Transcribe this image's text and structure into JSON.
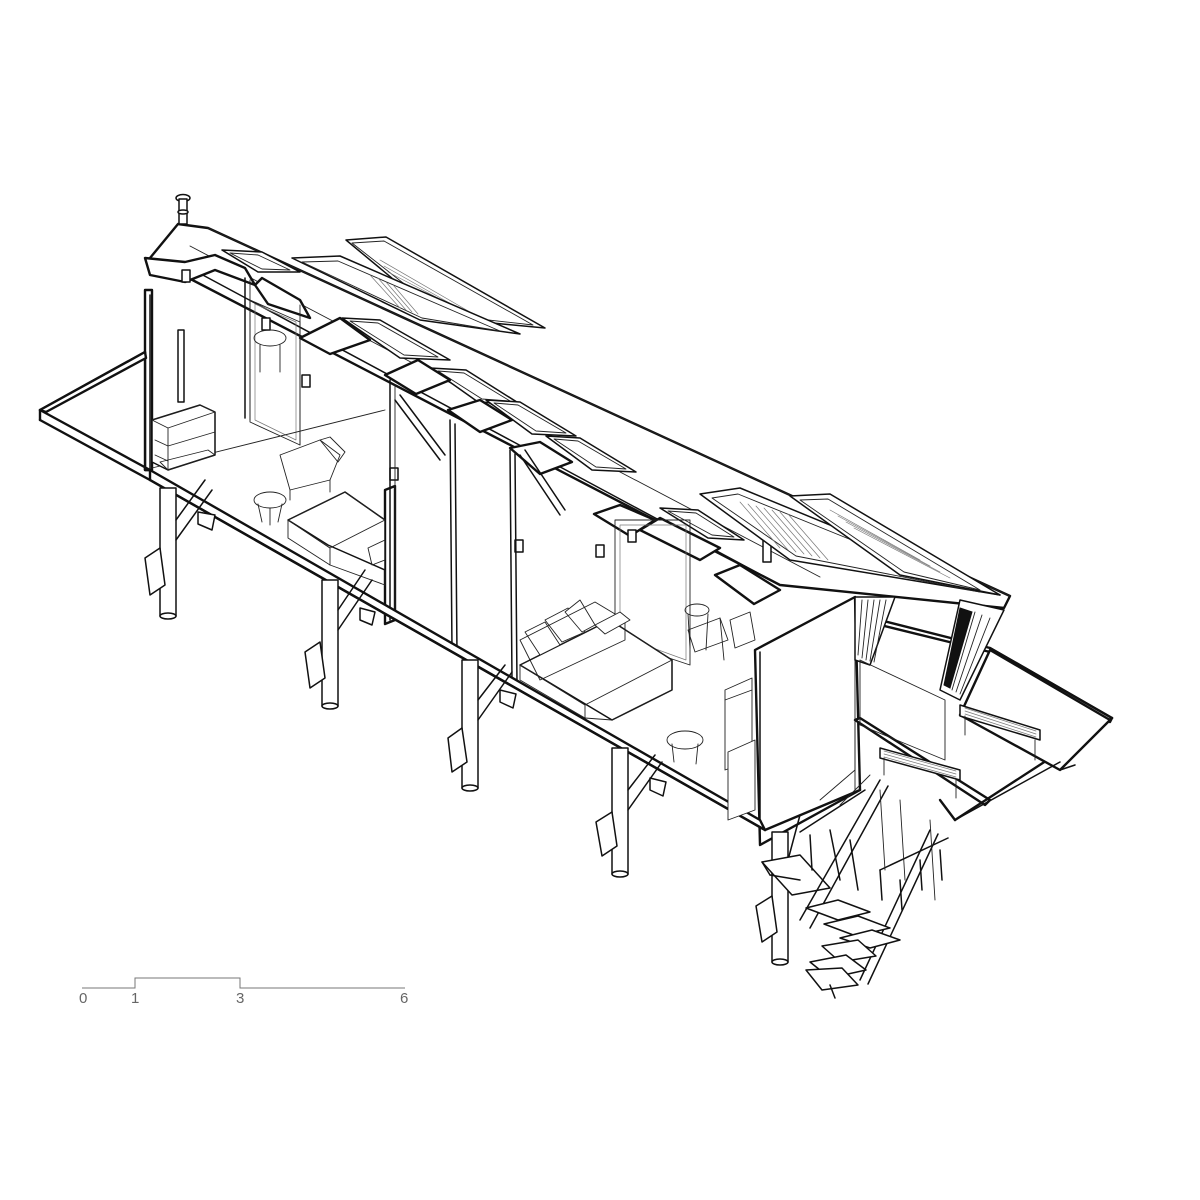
{
  "drawing": {
    "subject": "isometric-cutaway-elevated-cabin"
  },
  "scale_bar": {
    "ticks": [
      "0",
      "1",
      "3",
      "6"
    ]
  }
}
